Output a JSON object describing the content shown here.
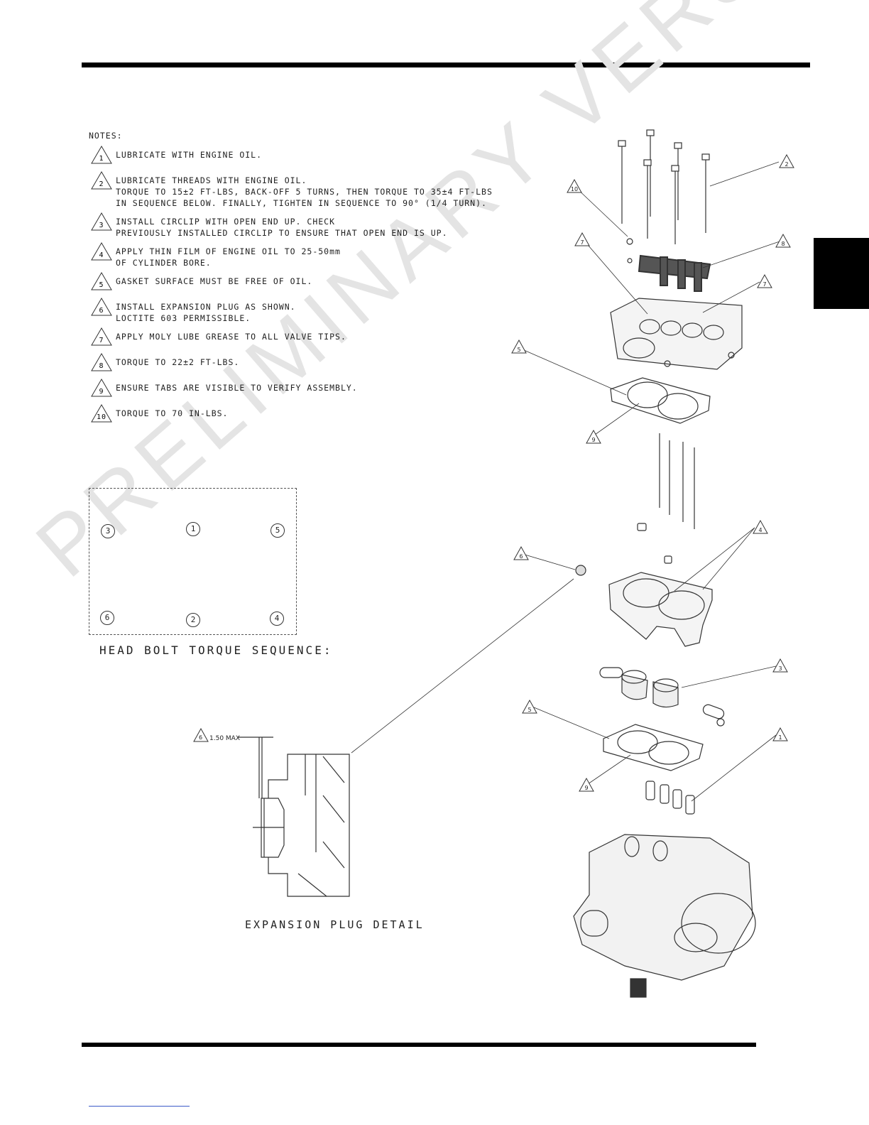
{
  "watermark": "PRELIMINARY VERSION",
  "notes": {
    "title": "NOTES:",
    "items": [
      {
        "num": "1",
        "lines": [
          "LUBRICATE WITH ENGINE OIL."
        ]
      },
      {
        "num": "2",
        "lines": [
          "LUBRICATE THREADS WITH ENGINE OIL.",
          "TORQUE TO 15±2 FT-LBS, BACK-OFF 5 TURNS, THEN TORQUE TO 35±4 FT-LBS",
          "IN SEQUENCE BELOW.  FINALLY, TIGHTEN IN SEQUENCE TO 90° (1/4 TURN)."
        ]
      },
      {
        "num": "3",
        "lines": [
          "INSTALL CIRCLIP WITH OPEN END UP.  CHECK",
          "PREVIOUSLY INSTALLED CIRCLIP TO ENSURE THAT OPEN END IS UP."
        ]
      },
      {
        "num": "4",
        "lines": [
          "APPLY THIN FILM OF ENGINE OIL TO 25-50mm",
          "OF CYLINDER BORE."
        ]
      },
      {
        "num": "5",
        "lines": [
          "GASKET SURFACE MUST BE FREE OF OIL."
        ]
      },
      {
        "num": "6",
        "lines": [
          "INSTALL EXPANSION PLUG AS SHOWN.",
          "LOCTITE 603 PERMISSIBLE."
        ]
      },
      {
        "num": "7",
        "lines": [
          "APPLY MOLY LUBE GREASE TO ALL VALVE TIPS."
        ]
      },
      {
        "num": "8",
        "lines": [
          "TORQUE TO 22±2 FT-LBS."
        ]
      },
      {
        "num": "9",
        "lines": [
          "ENSURE TABS ARE VISIBLE TO VERIFY ASSEMBLY."
        ]
      },
      {
        "num": "10",
        "lines": [
          "TORQUE TO 70 IN-LBS."
        ]
      }
    ]
  },
  "torque_sequence": {
    "title": "HEAD BOLT TORQUE SEQUENCE:",
    "positions": [
      "3",
      "1",
      "5",
      "6",
      "2",
      "4"
    ]
  },
  "expansion_plug": {
    "title": "EXPANSION PLUG DETAIL",
    "callout_num": "6",
    "dimension": "1.50 MAX"
  },
  "diagram_callouts": [
    "10",
    "2",
    "7",
    "8",
    "7",
    "5",
    "9",
    "6",
    "4",
    "3",
    "5",
    "9",
    "1"
  ]
}
